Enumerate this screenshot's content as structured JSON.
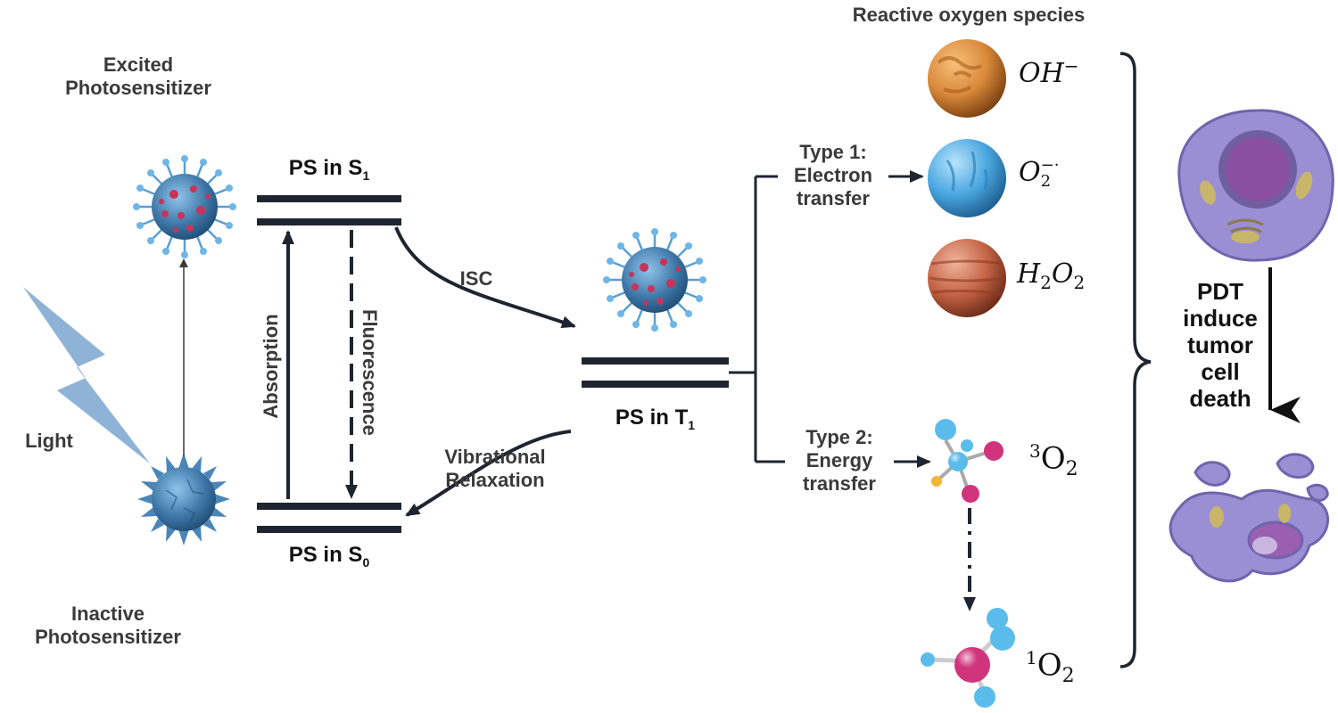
{
  "labels": {
    "excited_ps": [
      "Excited",
      "Photosensitizer"
    ],
    "inactive_ps": [
      "Inactive",
      "Photosensitizer"
    ],
    "light": "Light",
    "s1": "PS in S",
    "s1_sub": "1",
    "s0": "PS in S",
    "s0_sub": "0",
    "t1": "PS in T",
    "t1_sub": "1",
    "absorption": "Absorption",
    "fluorescence": "Fluorescence",
    "isc": "ISC",
    "vibrational": [
      "Vibrational",
      "Relaxation"
    ],
    "type1": [
      "Type 1:",
      "Electron",
      "transfer"
    ],
    "type2": [
      "Type 2:",
      "Energy",
      "transfer"
    ],
    "ros_title": "Reactive oxygen species",
    "pdt": [
      "PDT",
      "induce",
      "tumor",
      "cell",
      "death"
    ]
  },
  "species": {
    "oh": {
      "base": "OH",
      "sup": "−"
    },
    "o2": {
      "base": "O",
      "sub": "2",
      "sup": "−·"
    },
    "h2o2": {
      "a": "H",
      "a_sub": "2",
      "b": "O",
      "b_sub": "2"
    },
    "triplet": {
      "pre": "3",
      "base": "O",
      "sub": "2"
    },
    "singlet": {
      "pre": "1",
      "base": "O",
      "sub": "2"
    }
  },
  "colors": {
    "text": "#3a3a3a",
    "line": "#1f2530",
    "lightning": "#8fb3d6",
    "ps_blue": "#3f78a8",
    "ps_red": "#c8335a",
    "sphere_oh": "#d9893a",
    "sphere_o2": "#4aa7e0",
    "sphere_h2o2": "#c56446",
    "cell": "#9b8fd3",
    "nucleus": "#7e4d9e",
    "mol_blue": "#5bbcec",
    "mol_magenta": "#d0347c",
    "mol_yellow": "#f2b63a"
  }
}
